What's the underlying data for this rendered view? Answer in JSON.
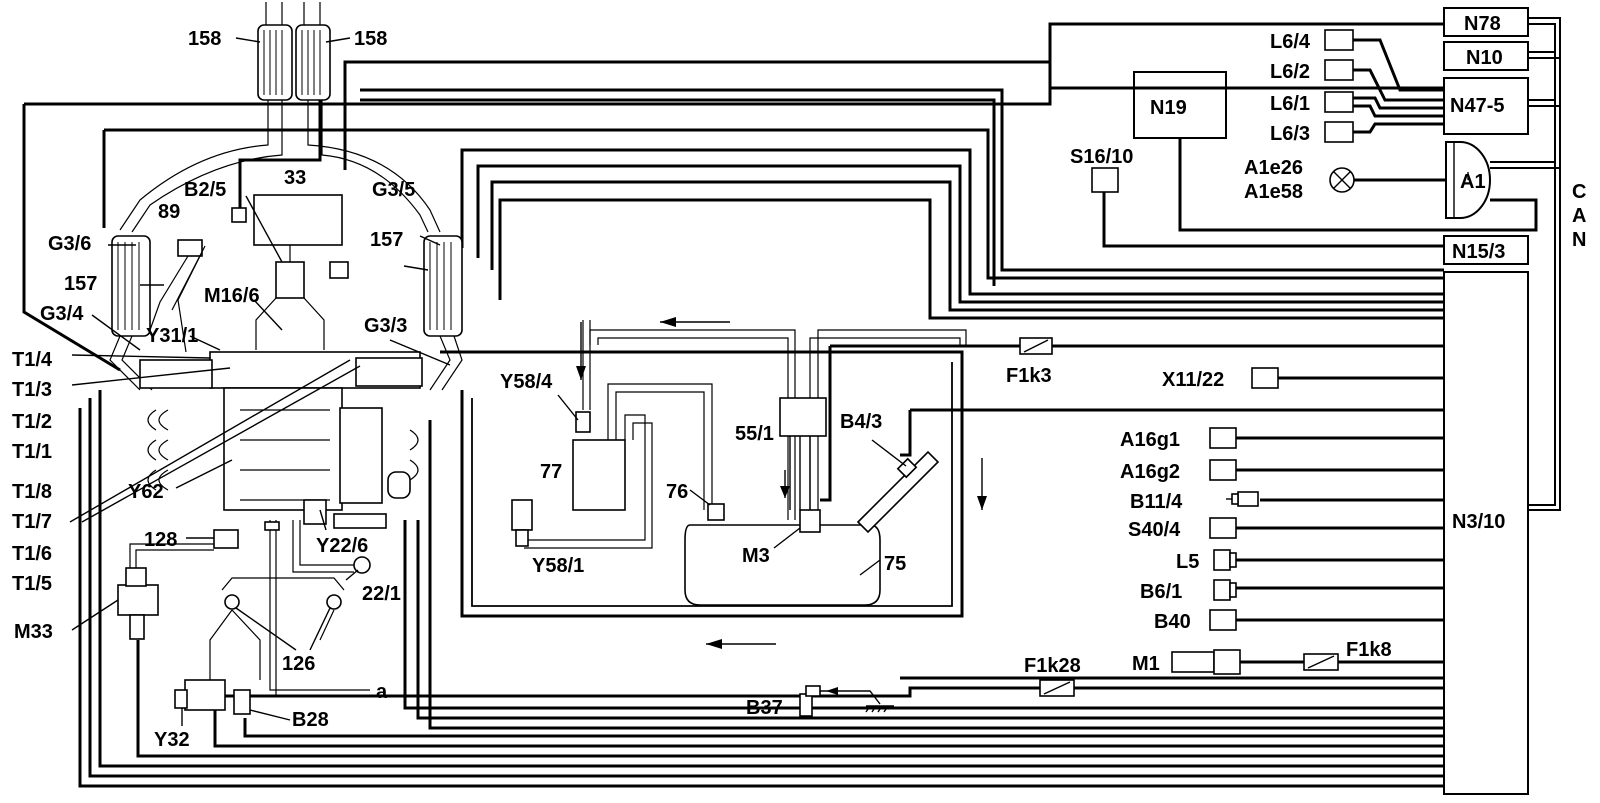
{
  "labels": {
    "l_158a": "158",
    "l_158b": "158",
    "l_b25": "B2/5",
    "l_33": "33",
    "l_89": "89",
    "l_g36": "G3/6",
    "l_157a": "157",
    "l_g34": "G3/4",
    "l_g35": "G3/5",
    "l_157b": "157",
    "l_m166": "M16/6",
    "l_y311": "Y31/1",
    "l_g33": "G3/3",
    "l_t14": "T1/4",
    "l_t13": "T1/3",
    "l_t12": "T1/2",
    "l_t11": "T1/1",
    "l_t18": "T1/8",
    "l_t17": "T1/7",
    "l_t16": "T1/6",
    "l_t15": "T1/5",
    "l_y62": "Y62",
    "l_128": "128",
    "l_m33": "M33",
    "l_y226": "Y22/6",
    "l_221": "22/1",
    "l_126": "126",
    "l_a": "a",
    "l_y32": "Y32",
    "l_b28": "B28",
    "l_y584": "Y58/4",
    "l_77": "77",
    "l_y581": "Y58/1",
    "l_76": "76",
    "l_551": "55/1",
    "l_b43": "B4/3",
    "l_m3": "M3",
    "l_75": "75",
    "l_f1k3": "F1k3",
    "l_x1122": "X11/22",
    "l_a16g1": "A16g1",
    "l_a16g2": "A16g2",
    "l_b114": "B11/4",
    "l_s404": "S40/4",
    "l_l5": "L5",
    "l_b61": "B6/1",
    "l_b40": "B40",
    "l_m1": "M1",
    "l_f1k8": "F1k8",
    "l_f1k28": "F1k28",
    "l_b37": "B37",
    "l_n19": "N19",
    "l_s1610": "S16/10",
    "l_l64": "L6/4",
    "l_l62": "L6/2",
    "l_l61": "L6/1",
    "l_l63": "L6/3",
    "l_a1e26": "A1e26",
    "l_a1e58": "A1e58",
    "l_a1": "A1",
    "l_n78": "N78",
    "l_n10": "N10",
    "l_n475": "N47-5",
    "l_n153": "N15/3",
    "l_n310": "N3/10",
    "l_can_c": "C",
    "l_can_a": "A",
    "l_can_n": "N"
  }
}
